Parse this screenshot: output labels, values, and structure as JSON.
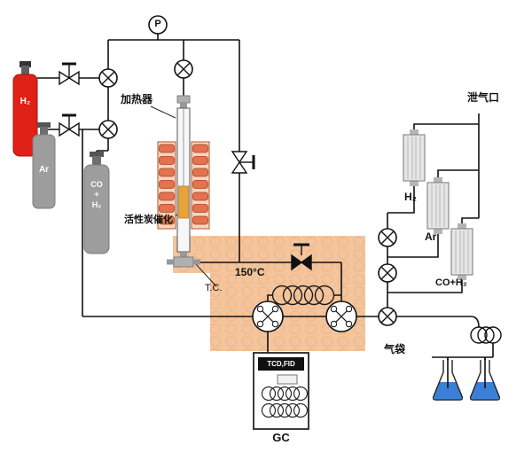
{
  "diagram": {
    "type": "process-flow-diagram",
    "labels": {
      "pressure_gauge": "P",
      "heater": "加热器",
      "catalyst": "活性炭催化",
      "zone_temp": "150°C",
      "thermocouple": "T.C.",
      "vent": "泄气口",
      "gas_bag": "气袋",
      "gc": "GC",
      "detectors": "TCD,FID"
    },
    "cylinders": [
      {
        "name": "hydrogen-cylinder",
        "label": "H₂",
        "color": "#df2117"
      },
      {
        "name": "argon-cylinder",
        "label": "Ar",
        "color": "#9d9d9d"
      },
      {
        "name": "syngas-cylinder",
        "label": "CO\n+\nH₂",
        "color": "#9d9d9d"
      }
    ],
    "flowmeters": [
      {
        "label": "H₂"
      },
      {
        "label": "Ar"
      },
      {
        "label": "CO+H₂"
      }
    ],
    "colors": {
      "line": "#111111",
      "heated_zone": "#f4c49c",
      "heater_coil": "#e2734e",
      "catalyst_bed": "#e8a33c",
      "flask_liquid": "#3a80d8",
      "gc_header": "#111111"
    }
  }
}
